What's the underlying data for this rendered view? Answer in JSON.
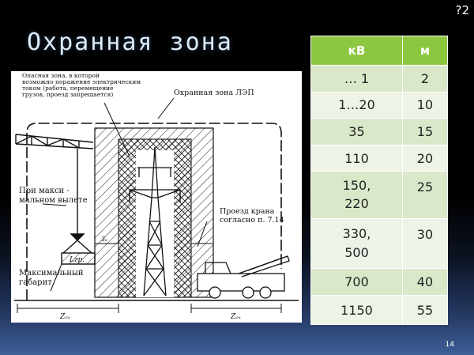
{
  "slide": {
    "corner_label": "?2",
    "title": "Охранная зона",
    "page_number": "14"
  },
  "diagram": {
    "callout_top": [
      "Опасная зона, в которой",
      "возможно поражение электрическим",
      "током (работа, перемещение",
      "грузов, проезд запрещается)"
    ],
    "callout_zone": "Охранная зона ЛЭП",
    "reach_label": [
      "При макси -",
      "мальном вылете"
    ],
    "dimension_label": [
      "Максимальный",
      "габарит"
    ],
    "load_label": "Lгр.",
    "crane_pass": [
      "Проезд крана",
      "согласно п. 7.14"
    ],
    "dim_a": "Зₐ",
    "dim_z1": "Zₒₓ",
    "dim_z2": "Zₒₓ"
  },
  "table": {
    "headers": [
      "кВ",
      "м"
    ],
    "rows": [
      {
        "kv": "… 1",
        "m": "2"
      },
      {
        "kv": "1…20",
        "m": "10"
      },
      {
        "kv": "35",
        "m": "15"
      },
      {
        "kv": "110",
        "m": "20"
      },
      {
        "kv": "150,\n220",
        "m": "25"
      },
      {
        "kv": "330,\n500",
        "m": "30"
      },
      {
        "kv": "700",
        "m": "40"
      },
      {
        "kv": "1150",
        "m": "55"
      }
    ]
  }
}
